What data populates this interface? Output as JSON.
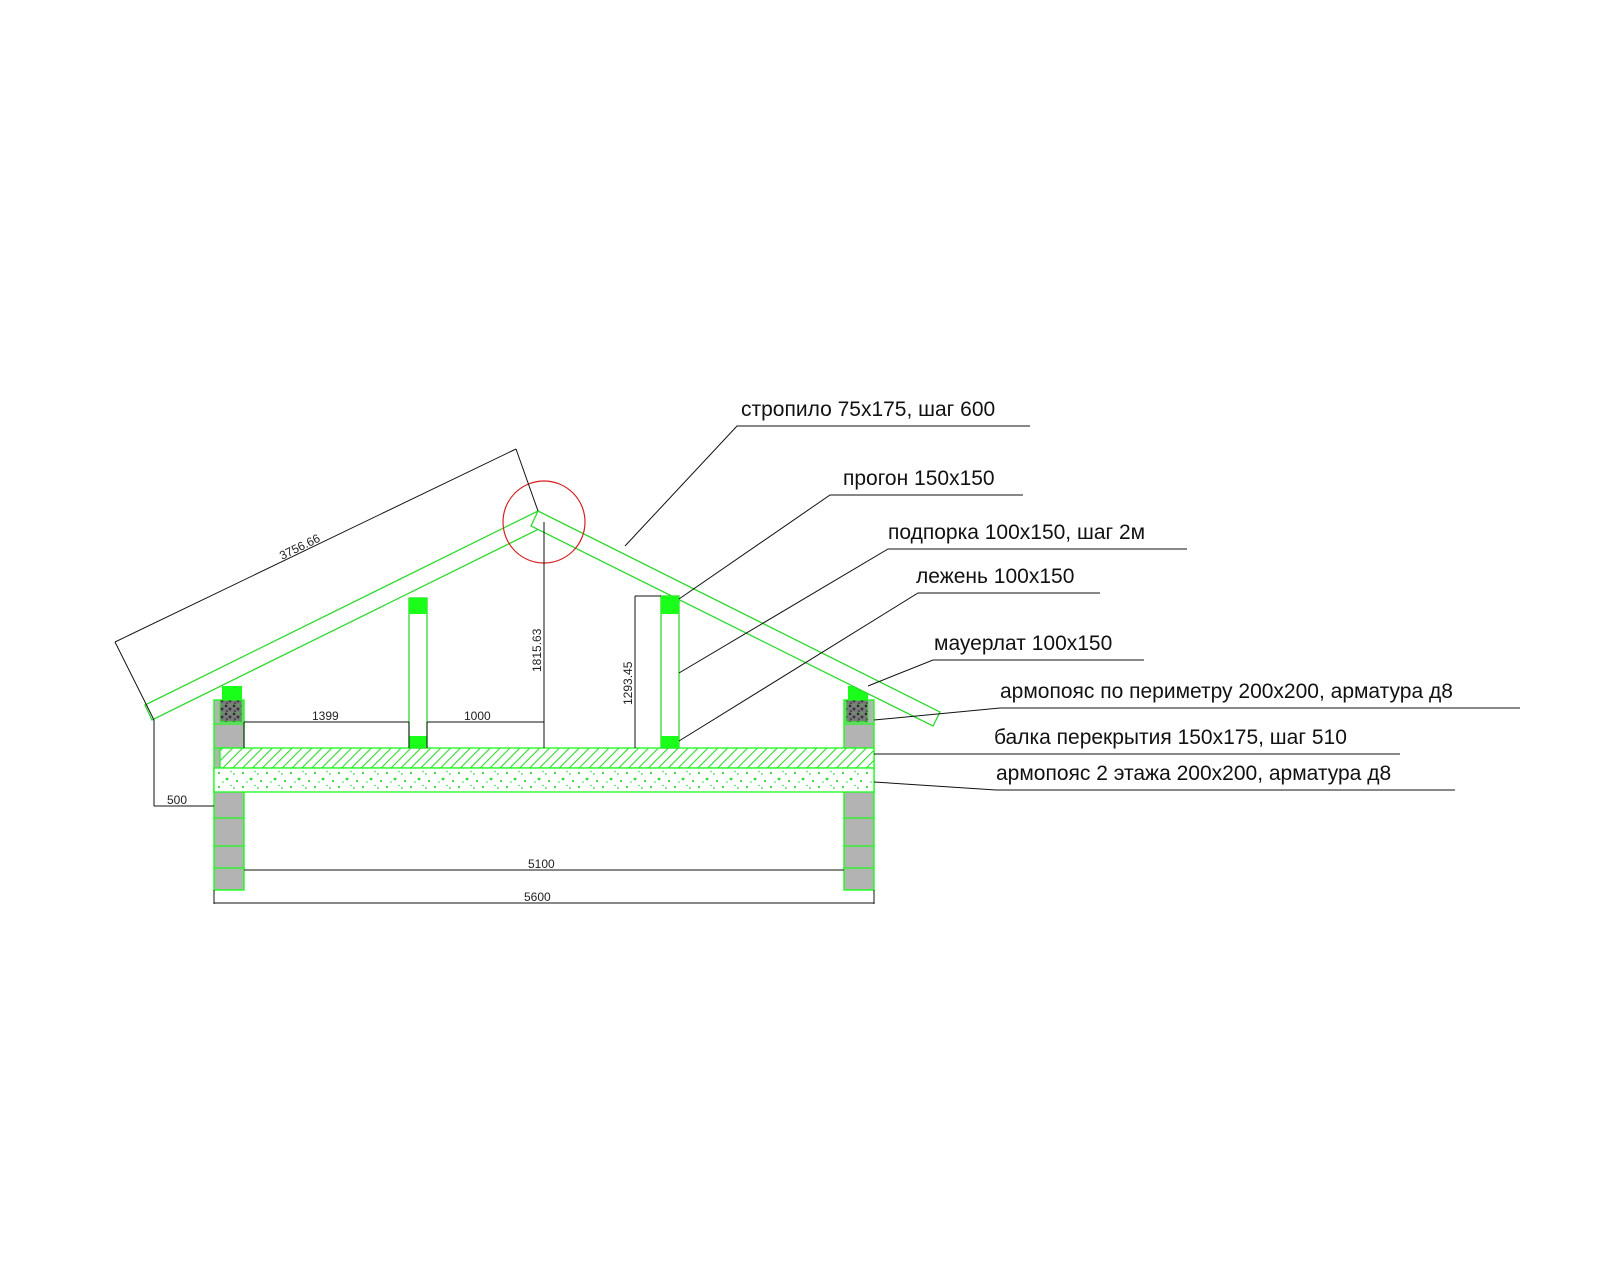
{
  "colors": {
    "timber": "#2fd92f",
    "timber_bright": "#1aff1a",
    "brick": "#b3b3b3",
    "marker": "#d62020",
    "line": "#111111"
  },
  "labels": {
    "rafter": "стропило 75х175, шаг 600",
    "purlin": "прогон 150х150",
    "strut": "подпорка 100х150, шаг 2м",
    "sill": "лежень 100х150",
    "mauerlat": "мауерлат 100х150",
    "perimeter_belt": "армопояс по периметру 200х200, арматура д8",
    "floor_beam": "балка перекрытия 150х175, шаг 510",
    "belt_2nd_floor": "армопояс 2 этажа 200х200, арматура д8"
  },
  "dimensions": {
    "rafter_length": "3756.66",
    "ridge_height": "1815.63",
    "post_height": "1293.45",
    "dim_1399": "1399",
    "dim_1000": "1000",
    "overhang": "500",
    "inner_span": "5100",
    "outer_span": "5600"
  }
}
